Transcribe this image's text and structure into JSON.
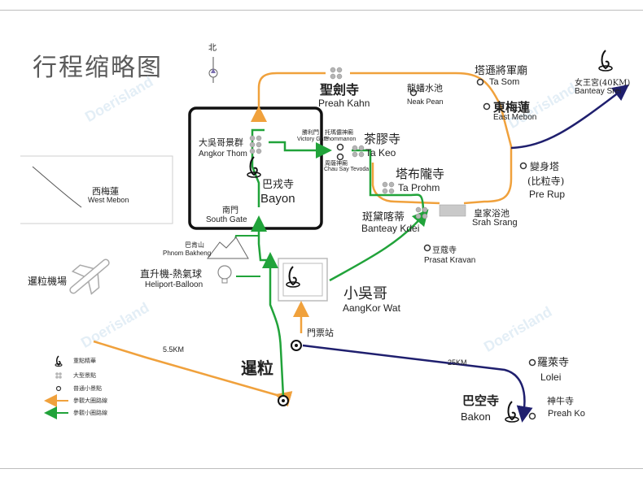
{
  "title": "行程缩略图",
  "north": "北",
  "colors": {
    "orange": "#f0a13c",
    "green": "#21a33a",
    "navy": "#1f1f6e",
    "black": "#222222"
  },
  "places": {
    "preah_kahn": {
      "zh": "聖劍寺",
      "en": "Preah Kahn"
    },
    "neak_pean": {
      "zh": "龍蟠水池",
      "en": "Neak Pean"
    },
    "ta_som": {
      "zh": "塔遜將軍廟",
      "en": "Ta Som"
    },
    "east_mebon": {
      "zh": "東梅蓮",
      "en": "East Mebon"
    },
    "banteay_srei": {
      "zh": "女王宮(40KM)",
      "en": "Banteay Srei"
    },
    "angkor_thom": {
      "zh": "大吳哥景群",
      "en": "Angkor Thom"
    },
    "victory_gate": {
      "zh": "勝利門",
      "en": "Victory Gate"
    },
    "thommanon": {
      "zh": "托瑪儂神廟",
      "en": "Thommanon"
    },
    "chau_say": {
      "zh": "周薩神廟",
      "en": "Chau Say Tevoda"
    },
    "ta_keo": {
      "zh": "茶膠寺",
      "en": "Ta Keo"
    },
    "ta_prohm": {
      "zh": "塔布隴寺",
      "en": "Ta Prohm"
    },
    "pre_rup": {
      "zh": "變身塔",
      "zh2": "(比粒寺)",
      "en": "Pre Rup"
    },
    "bayon": {
      "zh": "巴戎寺",
      "en": "Bayon"
    },
    "south_gate": {
      "zh": "南門",
      "en": "South Gate"
    },
    "banteay_kdei": {
      "zh": "斑黛喀蒂",
      "en": "Banteay Kdei"
    },
    "srah_srang": {
      "zh": "皇家浴池",
      "en": "Srah Srang"
    },
    "west_mebon": {
      "zh": "西梅蓮",
      "en": "West Mebon"
    },
    "phnom_bakheng": {
      "zh": "巴肯山",
      "en": "Phnom Bakheng"
    },
    "heliport": {
      "zh": "直升機-熱氣球",
      "en": "Heliport-Balloon"
    },
    "prasat_kravan": {
      "zh": "豆蔻寺",
      "en": "Prasat Kravan"
    },
    "angkor_wat": {
      "zh": "小吳哥",
      "en": "AangKor Wat"
    },
    "airport": {
      "zh": "暹粒機場"
    },
    "ticket": {
      "zh": "門票站"
    },
    "siem_reap": {
      "zh": "暹粒"
    },
    "lolei": {
      "zh": "羅萊寺",
      "en": "Lolei"
    },
    "bakon": {
      "zh": "巴空寺",
      "en": "Bakon"
    },
    "preah_ko": {
      "zh": "神牛寺",
      "en": "Preah Ko"
    }
  },
  "distances": {
    "west": "5.5KM",
    "east": "25KM"
  },
  "legend": [
    {
      "icon": "major-landmark-icon",
      "label": "重點精華"
    },
    {
      "icon": "large-site-icon",
      "label": "大型景點"
    },
    {
      "icon": "small-site-icon",
      "label": "普通小景點"
    },
    {
      "icon": "orange-route-icon",
      "label": "參觀大圈路線"
    },
    {
      "icon": "green-route-icon",
      "label": "參觀小圈路線"
    }
  ],
  "watermark": "Doerisland"
}
